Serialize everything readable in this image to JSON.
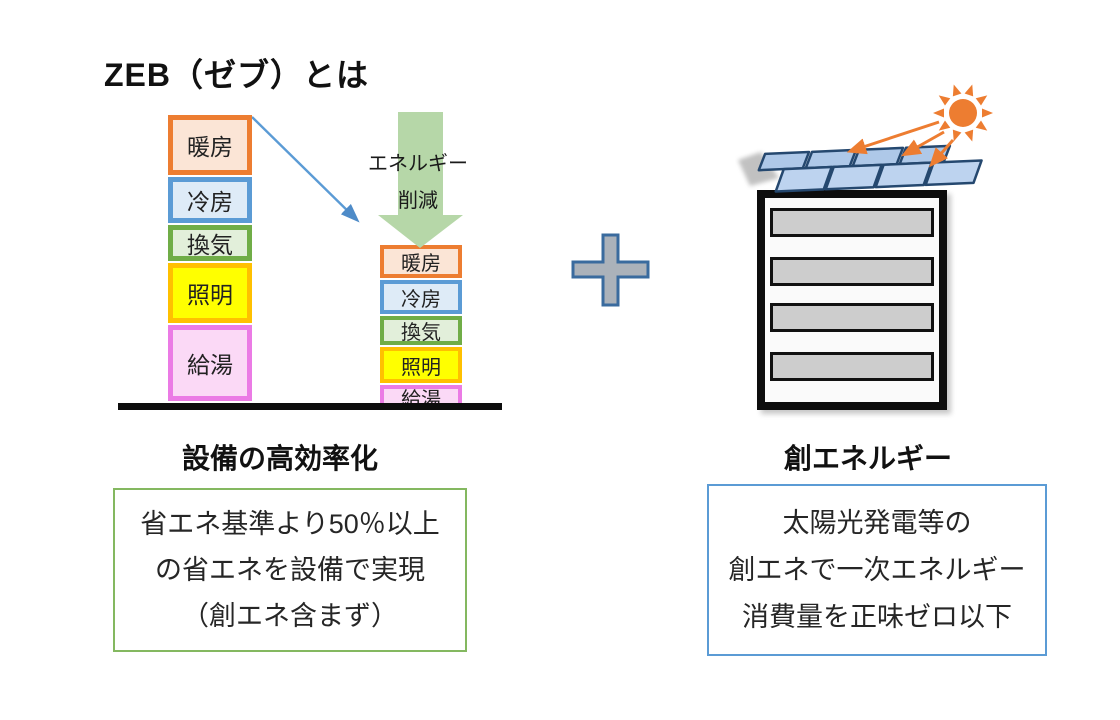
{
  "title": "ZEB（ゼブ）とは",
  "efficiency_section": {
    "caption": "設備の高効率化",
    "stack_segments": [
      {
        "label": "暖房",
        "border_color": "#ED7D31",
        "fill_color": "#FBE5D6"
      },
      {
        "label": "冷房",
        "border_color": "#5B9BD5",
        "fill_color": "#DEEBF7"
      },
      {
        "label": "換気",
        "border_color": "#70AD47",
        "fill_color": "#E2EFDA"
      },
      {
        "label": "照明",
        "border_color": "#FFC000",
        "fill_color": "#FFFF00"
      },
      {
        "label": "給湯",
        "border_color": "#EB7BE5",
        "fill_color": "#FBD9F6"
      }
    ],
    "reduction_arrow": {
      "label_line1": "エネルギー",
      "label_line2": "削減",
      "color": "#B6D7A8"
    },
    "transfer_arrow_color": "#5B9BD5",
    "info_box": {
      "border_color": "#84B860",
      "lines": [
        "省エネ基準より50％以上",
        "の省エネを設備で実現",
        "（創エネ含まず）"
      ]
    }
  },
  "plus_sign": {
    "fill_color": "#ABB2BA",
    "border_color": "#3A6B9E"
  },
  "generation_section": {
    "caption": "創エネルギー",
    "sun_color": "#ED7D31",
    "panel_fill_color": "#BDD3EF",
    "panel_border_color": "#25486F",
    "info_box": {
      "border_color": "#5B9BD5",
      "lines": [
        "太陽光発電等の",
        "創エネで一次エネルギー",
        "消費量を正味ゼロ以下"
      ]
    }
  }
}
